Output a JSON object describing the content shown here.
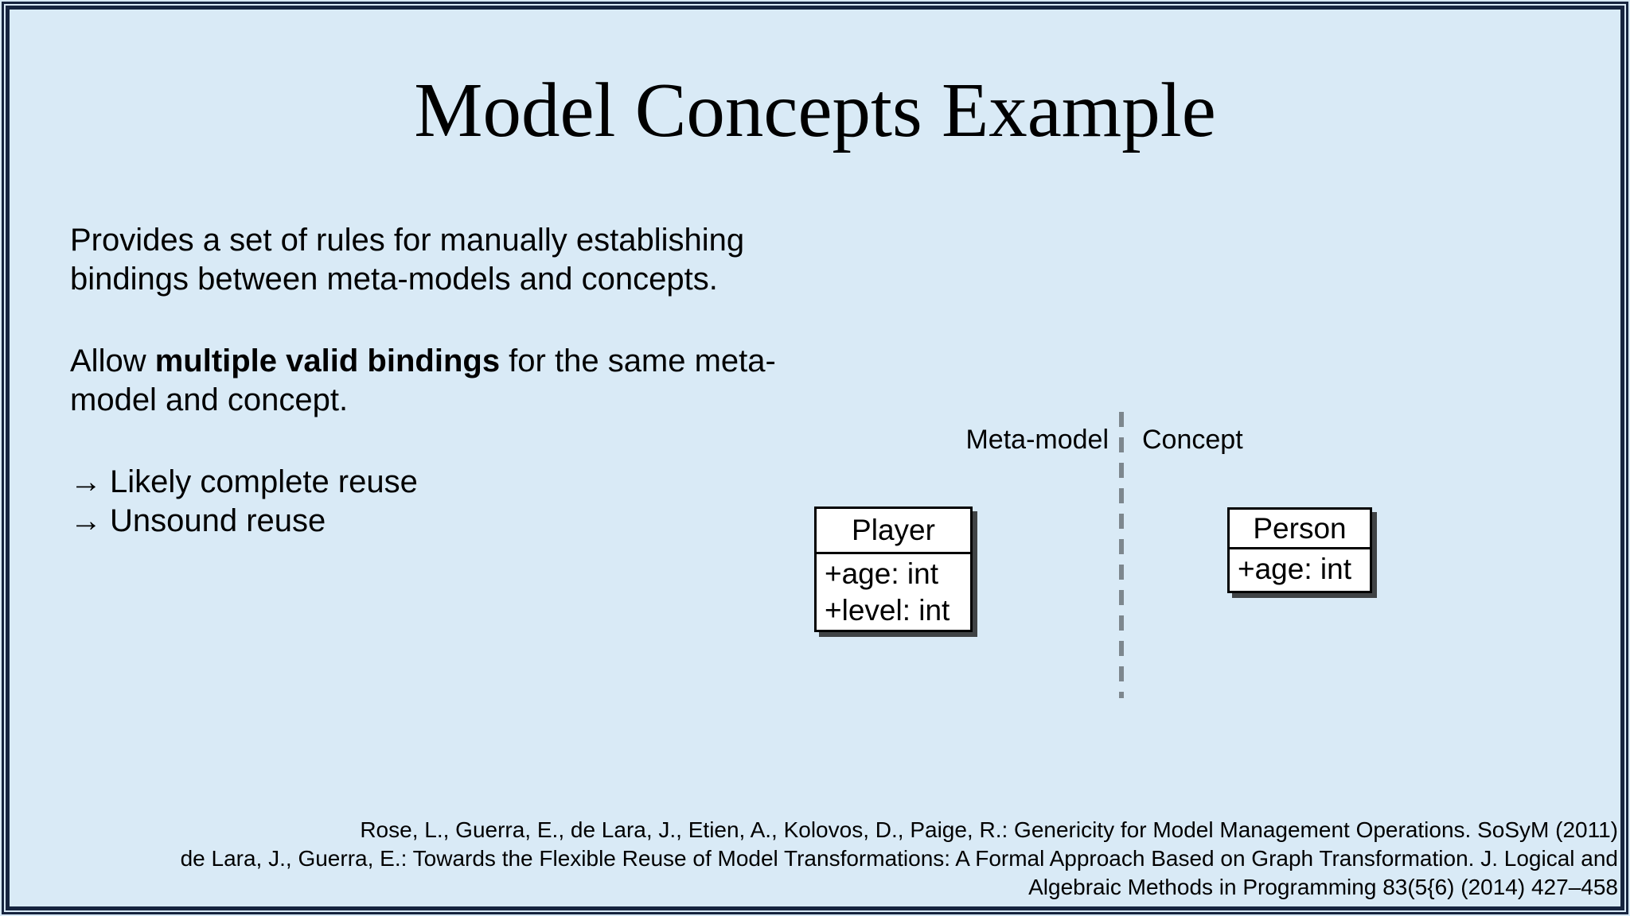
{
  "colors": {
    "bg": "#d9eaf6",
    "navy": "#16243f",
    "gray": "#7d878e",
    "ink": "#000000",
    "box-bg": "#ffffff"
  },
  "slide": {
    "title": "Model Concepts Example"
  },
  "body": {
    "p1": {
      "line1": "Provides a set of rules for manually establishing",
      "line2": "bindings between meta-models and concepts."
    },
    "p2": {
      "line1_pre": "Allow ",
      "line1_bold": "multiple valid bindings",
      "line1_post": " for the same meta-",
      "line2": "model and concept."
    },
    "bullets": [
      {
        "arrow": "→",
        "text": "Likely complete reuse"
      },
      {
        "arrow": "→",
        "text": "Unsound reuse"
      }
    ]
  },
  "diagram": {
    "left_label": "Meta-model",
    "right_label": "Concept",
    "metamodel_class": {
      "name": "Player",
      "attributes": [
        "+age: int",
        "+level: int"
      ]
    },
    "concept_class": {
      "name": "Person",
      "attributes": [
        "+age: int"
      ]
    }
  },
  "citation": {
    "line1": "Rose, L., Guerra, E., de Lara, J., Etien, A., Kolovos, D., Paige, R.: Genericity for Model Management Operations. SoSyM (2011)",
    "line2": "de Lara, J., Guerra, E.: Towards the Flexible Reuse of Model Transformations: A Formal Approach Based on Graph Transformation. J. Logical and",
    "line3": "Algebraic Methods in Programming 83(5{6) (2014) 427–458"
  }
}
